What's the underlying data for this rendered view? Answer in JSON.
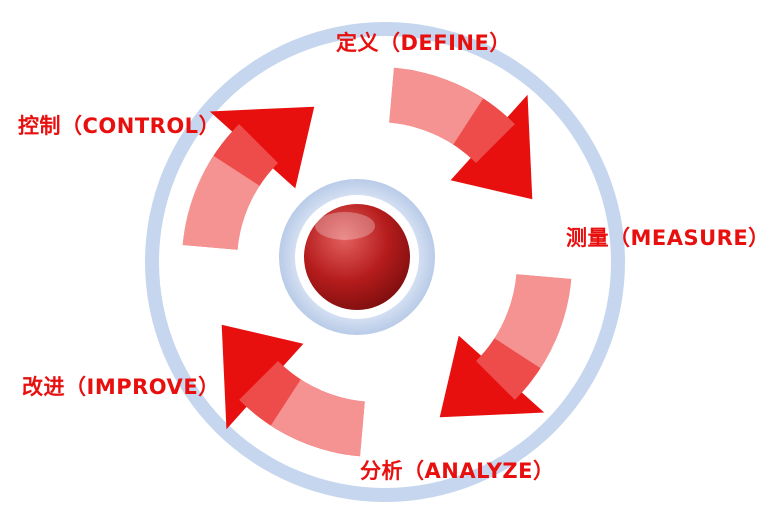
{
  "diagram": {
    "stages": [
      {
        "key": "define",
        "label": "定义（DEFINE）"
      },
      {
        "key": "measure",
        "label": "测量（MEASURE）"
      },
      {
        "key": "analyze",
        "label": "分析（ANALYZE）"
      },
      {
        "key": "improve",
        "label": "改进（IMPROVE）"
      },
      {
        "key": "control",
        "label": "控制（CONTROL）"
      }
    ],
    "colors": {
      "ring_outer": "#c5d6ee",
      "ring_inner": "#ffffff",
      "arrow": "#e8100f",
      "hub_ring": "#c8d7ee",
      "hub_center": "#b51c1c",
      "label": "#e8100f"
    }
  }
}
